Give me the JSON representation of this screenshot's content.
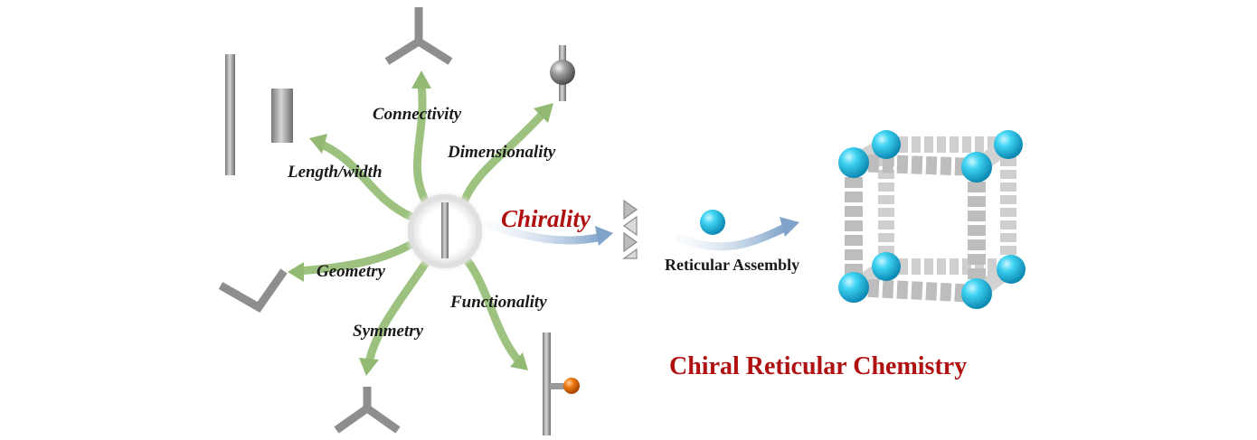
{
  "labels": {
    "connectivity": "Connectivity",
    "dimensionality": "Dimensionality",
    "length_width": "Length/width",
    "geometry": "Geometry",
    "symmetry": "Symmetry",
    "functionality": "Functionality",
    "chirality": "Chirality",
    "reticular_assembly": "Reticular Assembly",
    "title": "Chiral Reticular Chemistry"
  },
  "colors": {
    "arrow_green": "#7fae5a",
    "arrow_blue": "#7fa3c9",
    "rod_gray": "#9a9a9a",
    "node_cyan": "#22c3e8",
    "orange_ball": "#f07a10",
    "accent_red": "#b01010"
  }
}
